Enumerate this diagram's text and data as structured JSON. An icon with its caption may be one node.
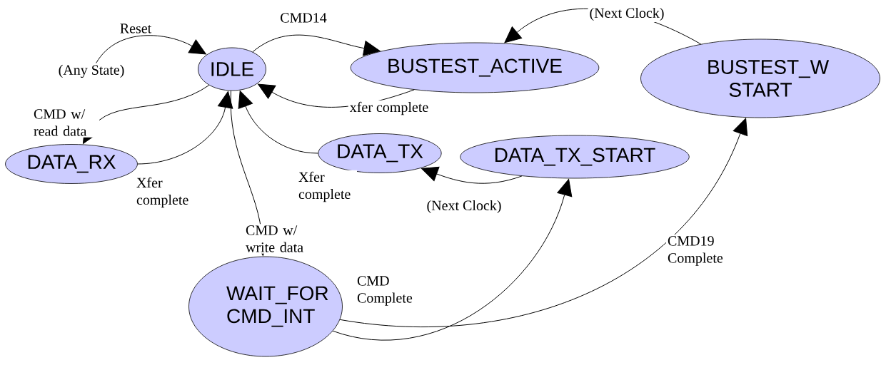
{
  "diagram": {
    "nodes": [
      {
        "text": [
          "IDLE"
        ]
      },
      {
        "text": [
          "BUSTEST_ACTIVE"
        ]
      },
      {
        "text": [
          "BUSTEST_W START"
        ]
      },
      {
        "text": [
          "DATA_RX"
        ]
      },
      {
        "text": [
          "DATA_TX"
        ]
      },
      {
        "text": [
          "DATA_TX_START"
        ]
      },
      {
        "text": [
          "WAIT_FOR CMD_INT"
        ]
      },
      {
        "text": [
          "(Any State)"
        ]
      }
    ],
    "edges": [
      {
        "from": 7,
        "to": 0,
        "arrow": "to",
        "label": "Reset"
      },
      {
        "from": 0,
        "to": 1,
        "arrow": "to",
        "label": "CMD14"
      },
      {
        "from": 1,
        "to": 0,
        "arrow": "to",
        "label": "xfer complete"
      },
      {
        "from": 2,
        "to": 1,
        "arrow": "to",
        "label": "(Next Clock)"
      },
      {
        "from": 0,
        "to": 3,
        "arrow": "to",
        "label": "CMD w/ read data"
      },
      {
        "from": 3,
        "to": 0,
        "arrow": "to",
        "label": "Xfer complete"
      },
      {
        "from": 4,
        "to": 0,
        "arrow": "to",
        "label": "Xfer complete"
      },
      {
        "from": 5,
        "to": 4,
        "arrow": "to",
        "label": "(Next Clock)"
      },
      {
        "from": 0,
        "to": 6,
        "arrow": "to",
        "label": "CMD w/ write data"
      },
      {
        "from": 6,
        "to": 5,
        "arrow": "to",
        "label": "CMD Complete"
      },
      {
        "from": 6,
        "to": 2,
        "arrow": "to",
        "label": "CMD19 Complete"
      }
    ]
  }
}
